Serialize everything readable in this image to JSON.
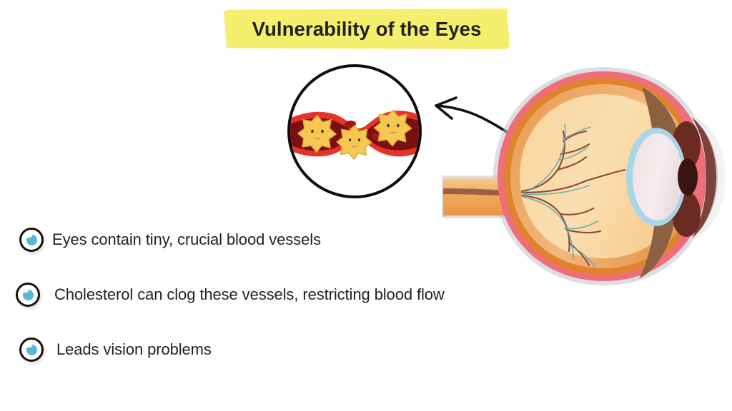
{
  "title": {
    "text": "Vulnerability of the Eyes",
    "highlight_color": "#F5EF6E",
    "text_color": "#231f20"
  },
  "bullets": [
    {
      "text": "Eyes contain tiny, crucial blood vessels",
      "icon": "eye-icon"
    },
    {
      "text": "Cholesterol can clog these vessels, restricting blood flow",
      "icon": "eye-icon"
    },
    {
      "text": "Leads vision problems",
      "icon": "eye-icon"
    }
  ],
  "icons": {
    "bullet_eye_ring_color": "#111111",
    "bullet_eye_pupil_color": "#59B7D4"
  },
  "magnifier": {
    "name": "clogged-blood-vessel-closeup",
    "ring_color": "#0d0d0d",
    "vessel_wall_color": "#E63329",
    "vessel_lumen_color": "#7A1010",
    "cholesterol_color": "#F5C851",
    "cholesterol_count": 3
  },
  "arrow": {
    "name": "curved-pointer-arrow",
    "color": "#111111",
    "direction": "right-to-left"
  },
  "eye_diagram": {
    "name": "eye-cross-section",
    "parts": {
      "sclera": "#EE6F79",
      "choroid": "#E0822E",
      "retina": "#F3B27A",
      "vitreous": "#FAD9A8",
      "ciliary_body": "#8B6043",
      "lens": "#F4E3E6",
      "lens_rim": "#A9D5E8",
      "iris": "#6B2B22",
      "cornea": "#E8E8E8",
      "optic_nerve": "#F0A85C",
      "blood_vessels": "#8A4A3C"
    }
  }
}
